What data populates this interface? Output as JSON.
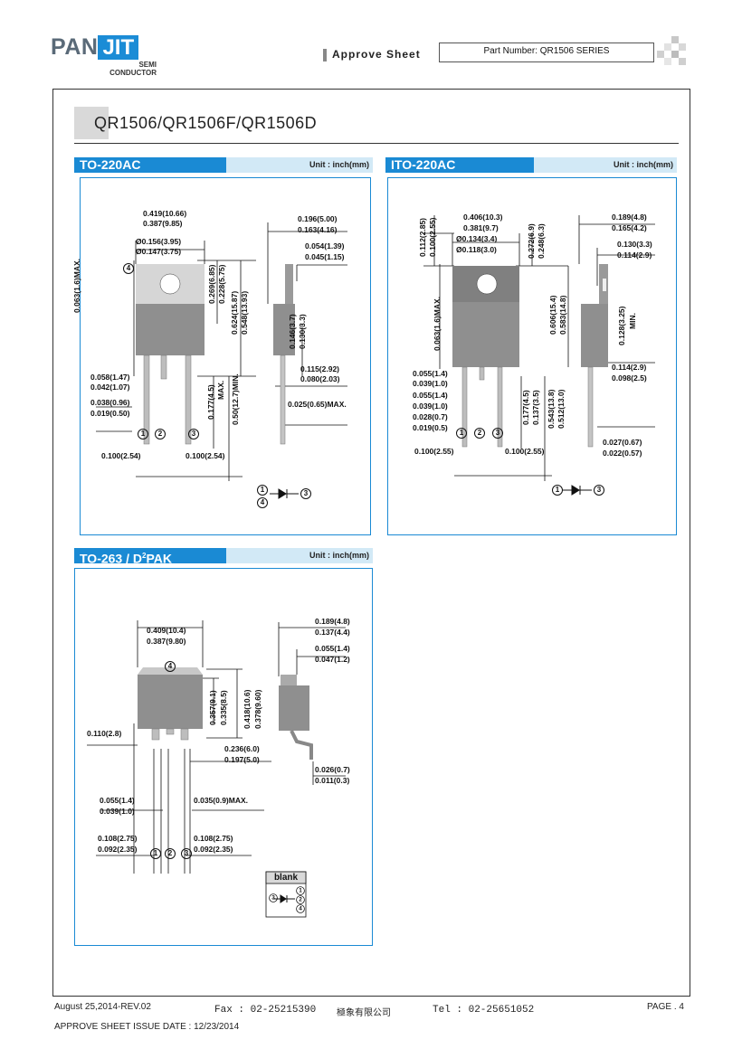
{
  "header": {
    "logo_main": "PAN",
    "logo_accent": "JIT",
    "logo_sub_line1": "SEMI",
    "logo_sub_line2": "CONDUCTOR",
    "approve_sheet_label": "Approve Sheet",
    "part_number_label": "Part Number: QR1506 SERIES"
  },
  "document": {
    "title": "QR1506/QR1506F/QR1506D"
  },
  "packages": [
    {
      "name": "TO-220AC",
      "unit": "Unit : inch(mm)",
      "dims": {
        "width": [
          "0.419(10.66)",
          "0.387(9.85)"
        ],
        "hole": [
          "Ø0.156(3.95)",
          "Ø0.147(3.75)"
        ],
        "thick": [
          "0.196(5.00)",
          "0.163(4.16)"
        ],
        "tab": [
          "0.054(1.39)",
          "0.045(1.15)"
        ],
        "max_left": "0.063(1.6)MAX.",
        "v1": [
          "0.269(6.85)",
          "0.228(5.75)"
        ],
        "v2": [
          "0.624(15.87)",
          "0.548(13.93)"
        ],
        "v3": [
          "0.146(3.7)",
          "0.130(3.3)"
        ],
        "lead1": [
          "0.058(1.47)",
          "0.042(1.07)"
        ],
        "lead2": [
          "0.038(0.96)",
          "0.019(0.50)"
        ],
        "lead_len": "0.177(4.5)",
        "lead_len_max": "MAX.",
        "lead_min": "0.50(12.7)MIN.",
        "back": [
          "0.115(2.92)",
          "0.080(2.03)"
        ],
        "back_max": "0.025(0.65)MAX.",
        "pitch_left": "0.100(2.54)",
        "pitch_right": "0.100(2.54)"
      },
      "pins": [
        "1",
        "2",
        "3",
        "4"
      ]
    },
    {
      "name": "ITO-220AC",
      "unit": "Unit : inch(mm)",
      "dims": {
        "vtop_left": [
          "0.112(2.85)",
          "0.100(2.55)"
        ],
        "width": [
          "0.406(10.3)",
          "0.381(9.7)"
        ],
        "hole": [
          "Ø0.134(3.4)",
          "Ø0.118(3.0)"
        ],
        "vtop_right": [
          "0.272(6.9)",
          "0.248(6.3)"
        ],
        "thick": [
          "0.189(4.8)",
          "0.165(4.2)"
        ],
        "tab": [
          "0.130(3.3)",
          "0.114(2.9)"
        ],
        "max_left": "0.063(1.6)MAX.",
        "v2": [
          "0.606(15.4)",
          "0.583(14.8)"
        ],
        "side_min": [
          "0.128(3.25)",
          "MIN."
        ],
        "lead1": [
          "0.055(1.4)",
          "0.039(1.0)"
        ],
        "lead2": [
          "0.055(1.4)",
          "0.039(1.0)"
        ],
        "lead3": [
          "0.028(0.7)",
          "0.019(0.5)"
        ],
        "lead_len": [
          "0.177(4.5)",
          "0.137(3.5)"
        ],
        "lead_long": [
          "0.543(13.8)",
          "0.512(13.0)"
        ],
        "back": [
          "0.114(2.9)",
          "0.098(2.5)"
        ],
        "back2": [
          "0.027(0.67)",
          "0.022(0.57)"
        ],
        "pitch_left": "0.100(2.55)",
        "pitch_right": "0.100(2.55)"
      },
      "pins": [
        "1",
        "2",
        "3"
      ]
    },
    {
      "name_main": "TO-263 / D",
      "name_sup": "2",
      "name_end": "PAK",
      "unit": "Unit : inch(mm)",
      "dims": {
        "width": [
          "0.409(10.4)",
          "0.387(9.80)"
        ],
        "thick": [
          "0.189(4.8)",
          "0.137(4.4)"
        ],
        "tab": [
          "0.055(1.4)",
          "0.047(1.2)"
        ],
        "v1": [
          "0.357(9.1)",
          "0.335(8.5)"
        ],
        "v2": [
          "0.418(10.6)",
          "0.378(9.60)"
        ],
        "left_h": "0.110(2.8)",
        "foot": [
          "0.236(6.0)",
          "0.197(5.0)"
        ],
        "foot2": [
          "0.026(0.7)",
          "0.011(0.3)"
        ],
        "lead1": [
          "0.055(1.4)",
          "0.039(1.0)"
        ],
        "lead_max": "0.035(0.9)MAX.",
        "pitch_left": [
          "0.108(2.75)",
          "0.092(2.35)"
        ],
        "pitch_right": [
          "0.108(2.75)",
          "0.092(2.35)"
        ]
      },
      "pins": [
        "1",
        "2",
        "3",
        "4"
      ],
      "blank_label": "blank"
    }
  ],
  "footer": {
    "date_rev": "August 25,2014-REV.02",
    "fax": "Fax : 02-25215390",
    "company": "極象有限公司",
    "tel": "Tel : 02-25651052",
    "page": "PAGE . 4",
    "issue_date": "APPROVE SHEET ISSUE DATE : 12/23/2014"
  },
  "colors": {
    "accent": "#1a8ad4",
    "tab_bg": "#d2e9f6",
    "body_gray": "#8f8f8f",
    "tab_light": "#d6d6d6"
  }
}
